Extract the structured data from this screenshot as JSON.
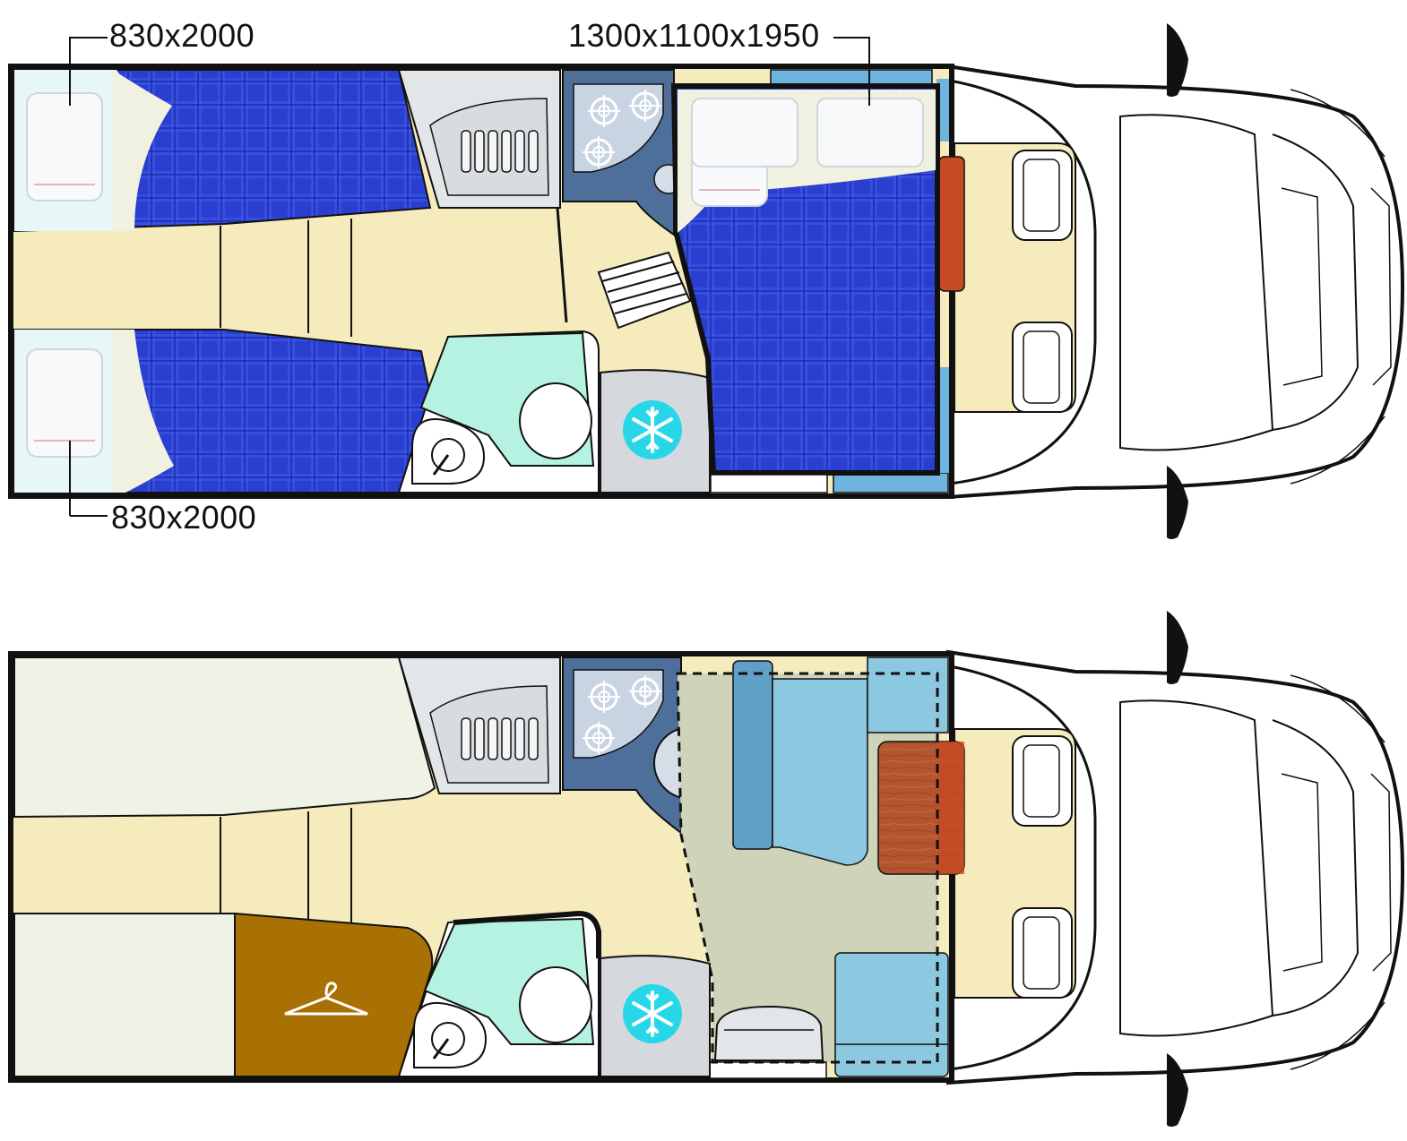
{
  "labels": {
    "bed_upper_left": "830x2000",
    "bed_lower_left": "830x2000",
    "bed_front": "1300x1100x1950"
  },
  "colors": {
    "wall": "#111111",
    "floor": "#f6ebbd",
    "bed_blue": "#2a3fd0",
    "mattress": "#f1f1e2",
    "pillow": "#f7f9fb",
    "pillow_area": "#e7f6f6",
    "kitchen_steel": "#e3e6e8",
    "hob_blue": "#4e6f9a",
    "bath_green": "#b5f2e2",
    "fridge_grey": "#d5d9dd",
    "snowflake": "#27d7e8",
    "seat_blue": "#8cc8e0",
    "seat_dark": "#5f9fc8",
    "table_wood": "#c74a22",
    "table_wood_light": "#b3562f",
    "wardrobe_brown": "#a97104",
    "bench_light": "#eef3e6",
    "dinette_area": "#cfd3b9",
    "cab_white": "#ffffff"
  },
  "icons": [
    "pillow-icon",
    "sink-grille-icon",
    "gas-hob-icon",
    "ladder-icon",
    "toilet-icon",
    "washbasin-icon",
    "snowflake-icon",
    "seat-icon",
    "mirror-icon",
    "hanger-icon",
    "steering-wheel-icon"
  ]
}
